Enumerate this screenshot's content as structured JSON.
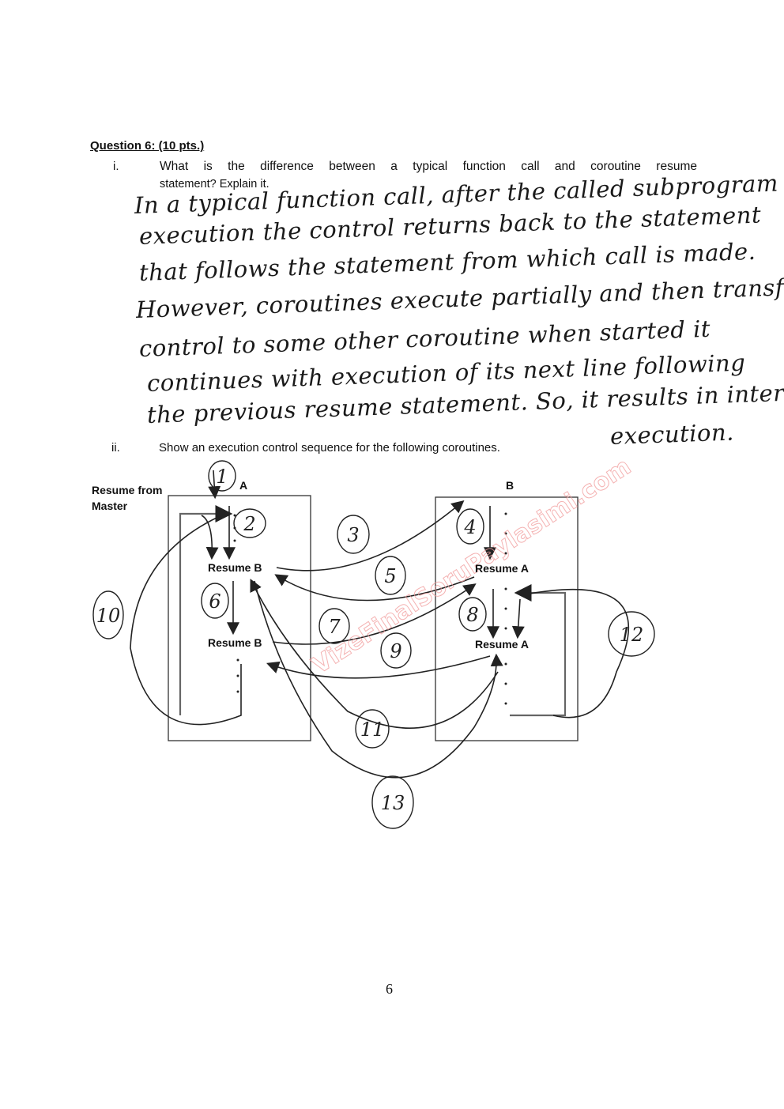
{
  "question": {
    "title": "Question 6: (10 pts.)",
    "part_i": {
      "number": "i.",
      "prompt_line1": "What is the difference between a typical function call and coroutine resume",
      "prompt_line2": "statement? Explain it.",
      "handwritten_answer": [
        "In a typical function call, after the called subprogram",
        "execution the control returns back to the        statement",
        "that follows the statement from which call is made.",
        "However, coroutines execute partially and then transfer",
        "control to some other coroutine when started it",
        "continues with execution of its next line following",
        "the previous resume statement. So, it results in interleaved",
        "execution."
      ]
    },
    "part_ii": {
      "number": "ii.",
      "prompt": "Show an execution control sequence for the following coroutines."
    }
  },
  "diagram": {
    "master_label_line1": "Resume from",
    "master_label_line2": "Master",
    "coroutine_a": {
      "label": "A",
      "stmt1": "Resume B",
      "stmt2": "Resume B"
    },
    "coroutine_b": {
      "label": "B",
      "stmt1": "Resume A",
      "stmt2": "Resume A"
    },
    "step_numbers": [
      "1",
      "2",
      "3",
      "4",
      "5",
      "6",
      "7",
      "8",
      "9",
      "10",
      "11",
      "12",
      "13"
    ]
  },
  "watermark": "VizeFinalSoruPaylasimi.com",
  "page_number": "6"
}
